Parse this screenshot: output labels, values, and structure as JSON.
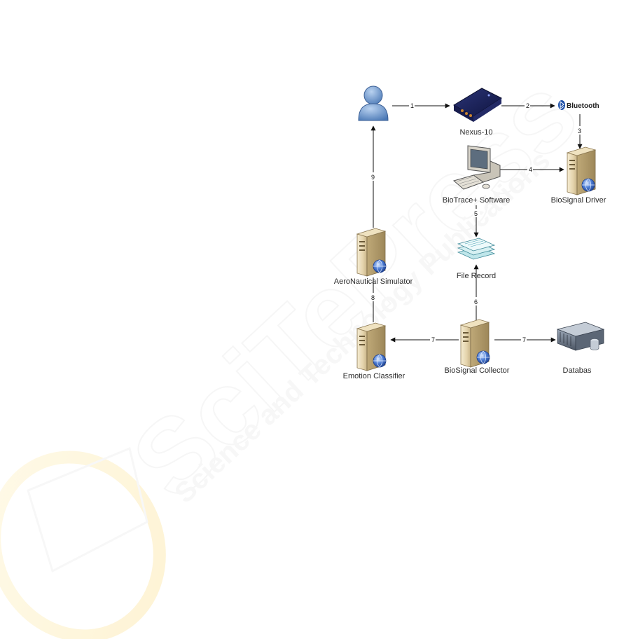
{
  "diagram": {
    "nodes": {
      "user": {
        "icon": "user-icon"
      },
      "nexus": {
        "label": "Nexus-10",
        "icon": "nexus-device-icon"
      },
      "bluetooth": {
        "label": "Bluetooth",
        "icon": "bluetooth-icon"
      },
      "biotrace": {
        "label": "BioTrace+ Software",
        "icon": "workstation-icon"
      },
      "biosignal_driver": {
        "label": "BioSignal Driver",
        "icon": "server-icon"
      },
      "file_record": {
        "label": "File Record",
        "icon": "document-stack-icon"
      },
      "aeronautical": {
        "label": "AeroNautical Simulator",
        "icon": "server-icon"
      },
      "emotion": {
        "label": "Emotion Classifier",
        "icon": "server-icon"
      },
      "collector": {
        "label": "BioSignal Collector",
        "icon": "server-icon"
      },
      "database": {
        "label": "Databas",
        "icon": "database-icon"
      }
    },
    "edges": [
      {
        "from": "user",
        "to": "nexus",
        "label": "1"
      },
      {
        "from": "nexus",
        "to": "bluetooth",
        "label": "2"
      },
      {
        "from": "bluetooth",
        "to": "biosignal_driver",
        "label": "3"
      },
      {
        "from": "biotrace",
        "to": "biosignal_driver",
        "label": "4"
      },
      {
        "from": "biotrace",
        "to": "file_record",
        "label": "5"
      },
      {
        "from": "collector",
        "to": "file_record",
        "label": "6"
      },
      {
        "from": "collector",
        "to": "emotion",
        "label": "7"
      },
      {
        "from": "collector",
        "to": "database",
        "label": "7"
      },
      {
        "from": "emotion",
        "to": "aeronautical",
        "label": "8"
      },
      {
        "from": "aeronautical",
        "to": "user",
        "label": "9"
      }
    ]
  },
  "watermark": {
    "text_main": "SciTePress",
    "text_sub": "Science and Technology Publications"
  }
}
